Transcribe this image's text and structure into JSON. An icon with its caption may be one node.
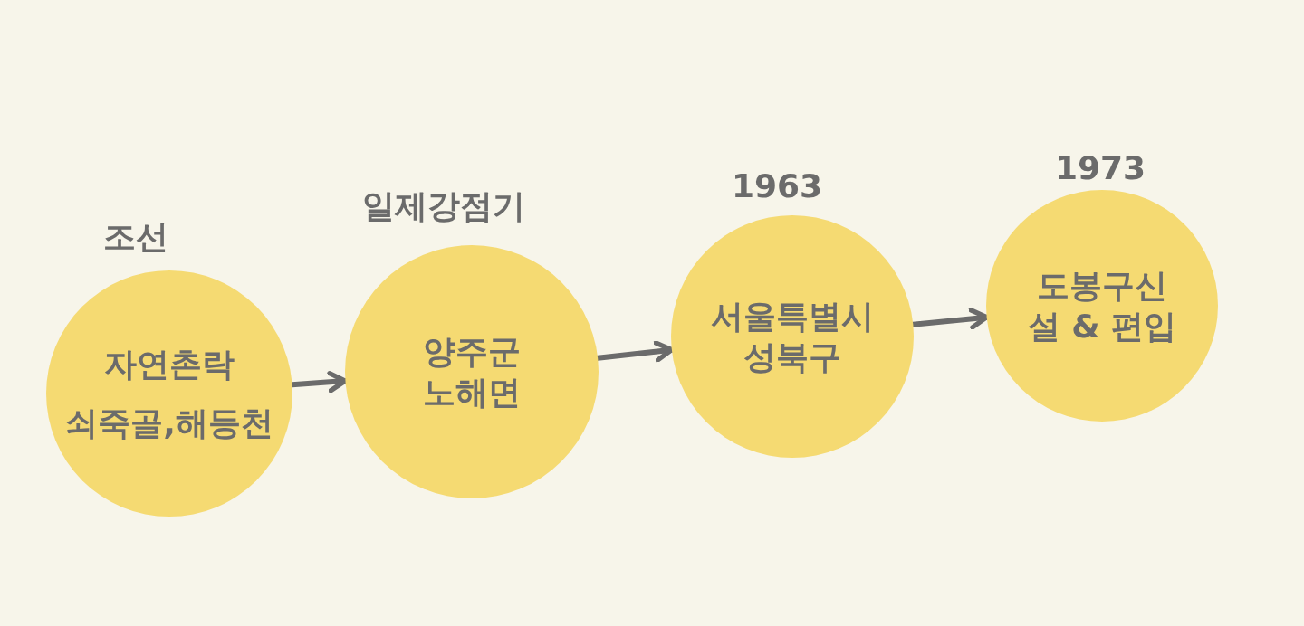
{
  "diagram": {
    "nodes": [
      {
        "text": [
          "조선",
          "자연촌락",
          "쇠죽골,해등천"
        ]
      },
      {
        "text": [
          "일제강점기",
          "양주군 노해면"
        ]
      },
      {
        "text": [
          "1963",
          "서울특별시 성북구"
        ]
      },
      {
        "text": [
          "1973",
          "도봉구신설 & 편입"
        ]
      }
    ],
    "edges": [
      {
        "from": 0,
        "to": 1,
        "arrow": "to"
      },
      {
        "from": 1,
        "to": 2,
        "arrow": "to"
      },
      {
        "from": 2,
        "to": 3,
        "arrow": "to"
      }
    ]
  }
}
